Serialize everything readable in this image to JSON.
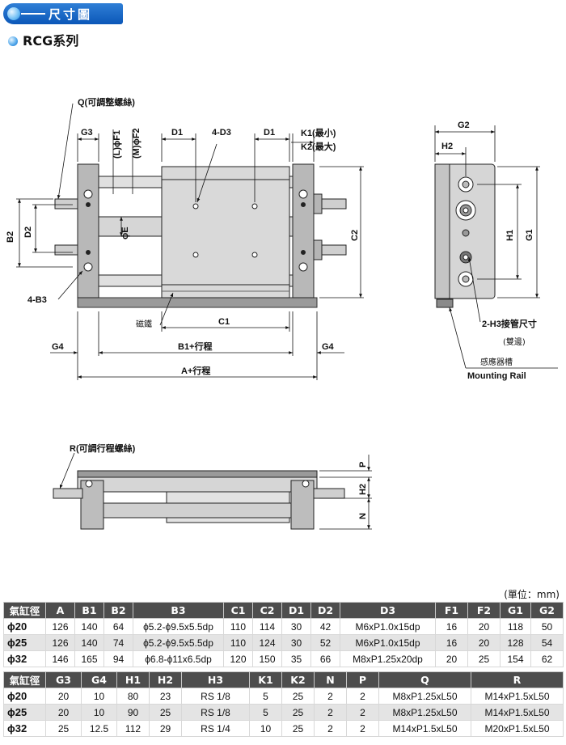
{
  "header": {
    "section_title": "尺寸圖",
    "series_title": "RCG系列"
  },
  "top_view": {
    "q_note": "Q(可調整螺絲)",
    "g3": "G3",
    "lf1": "(L)ϕF1",
    "mf2": "(M)ϕF2",
    "d1": "D1",
    "d3": "4-D3",
    "k1": "K1(最小)",
    "k2": "K2(最大)",
    "b2": "B2",
    "d2": "D2",
    "phi_e": "ϕE",
    "c2": "C2",
    "b3": "4-B3",
    "magnet": "磁鐵",
    "c1": "C1",
    "g4": "G4",
    "b1_stroke": "B1+行程",
    "a_stroke": "A+行程"
  },
  "side_view": {
    "g2": "G2",
    "h2": "H2",
    "h1": "H1",
    "g1": "G1",
    "h3": "2-H3接管尺寸",
    "h3_note": "(雙邊)",
    "sensor": "感應器槽",
    "rail": "Mounting Rail"
  },
  "front_view": {
    "r_note": "R(可調行程螺絲)",
    "p": "P",
    "h2": "H2",
    "n": "N"
  },
  "table": {
    "unit": "(單位：mm)",
    "part1": {
      "headers": [
        "氣缸徑",
        "A",
        "B1",
        "B2",
        "B3",
        "C1",
        "C2",
        "D1",
        "D2",
        "D3",
        "F1",
        "F2",
        "G1",
        "G2"
      ],
      "rows": [
        [
          "ϕ20",
          "126",
          "140",
          "64",
          "ϕ5.2-ϕ9.5x5.5dp",
          "110",
          "114",
          "30",
          "42",
          "M6xP1.0x15dp",
          "16",
          "20",
          "118",
          "50"
        ],
        [
          "ϕ25",
          "126",
          "140",
          "74",
          "ϕ5.2-ϕ9.5x5.5dp",
          "110",
          "124",
          "30",
          "52",
          "M6xP1.0x15dp",
          "16",
          "20",
          "128",
          "54"
        ],
        [
          "ϕ32",
          "146",
          "165",
          "94",
          "ϕ6.8-ϕ11x6.5dp",
          "120",
          "150",
          "35",
          "66",
          "M8xP1.25x20dp",
          "20",
          "25",
          "154",
          "62"
        ]
      ]
    },
    "part2": {
      "headers": [
        "氣缸徑",
        "G3",
        "G4",
        "H1",
        "H2",
        "H3",
        "K1",
        "K2",
        "N",
        "P",
        "Q",
        "R"
      ],
      "rows": [
        [
          "ϕ20",
          "20",
          "10",
          "80",
          "23",
          "RS 1/8",
          "5",
          "25",
          "2",
          "2",
          "M8xP1.25xL50",
          "M14xP1.5xL50"
        ],
        [
          "ϕ25",
          "20",
          "10",
          "90",
          "25",
          "RS 1/8",
          "5",
          "25",
          "2",
          "2",
          "M8xP1.25xL50",
          "M14xP1.5xL50"
        ],
        [
          "ϕ32",
          "25",
          "12.5",
          "112",
          "29",
          "RS 1/4",
          "10",
          "25",
          "2",
          "2",
          "M14xP1.5xL50",
          "M20xP1.5xL50"
        ]
      ]
    }
  }
}
